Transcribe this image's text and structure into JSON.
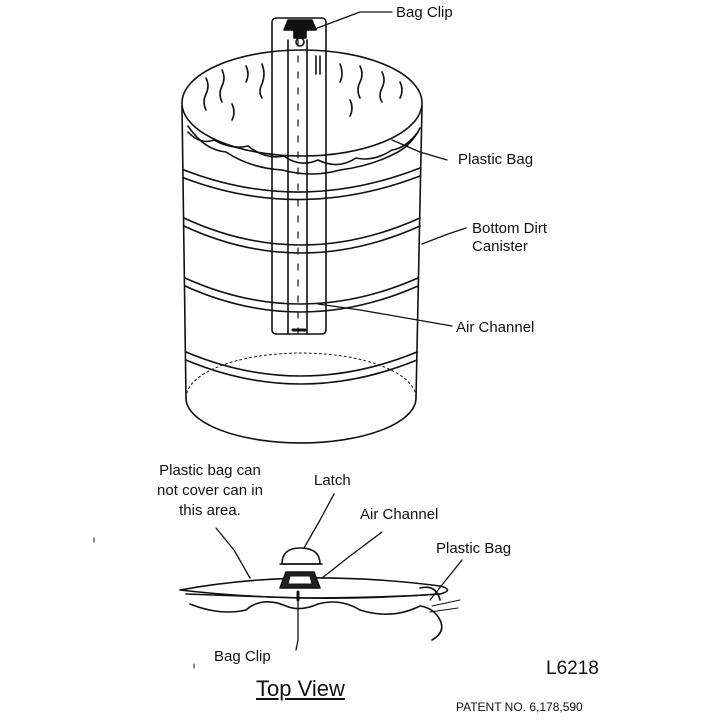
{
  "labels": {
    "bag_clip_top": "Bag Clip",
    "plastic_bag_top": "Plastic Bag",
    "bottom_dirt_canister_line1": "Bottom Dirt",
    "bottom_dirt_canister_line2": "Canister",
    "air_channel_top": "Air Channel",
    "no_cover_line1": "Plastic bag can",
    "no_cover_line2": "not cover can in",
    "no_cover_line3": "this area.",
    "latch": "Latch",
    "air_channel_bottom": "Air Channel",
    "plastic_bag_bottom": "Plastic Bag",
    "bag_clip_bottom": "Bag Clip",
    "figure_code": "L6218",
    "view_title": "Top View",
    "patent": "PATENT NO. 6,178,590"
  }
}
